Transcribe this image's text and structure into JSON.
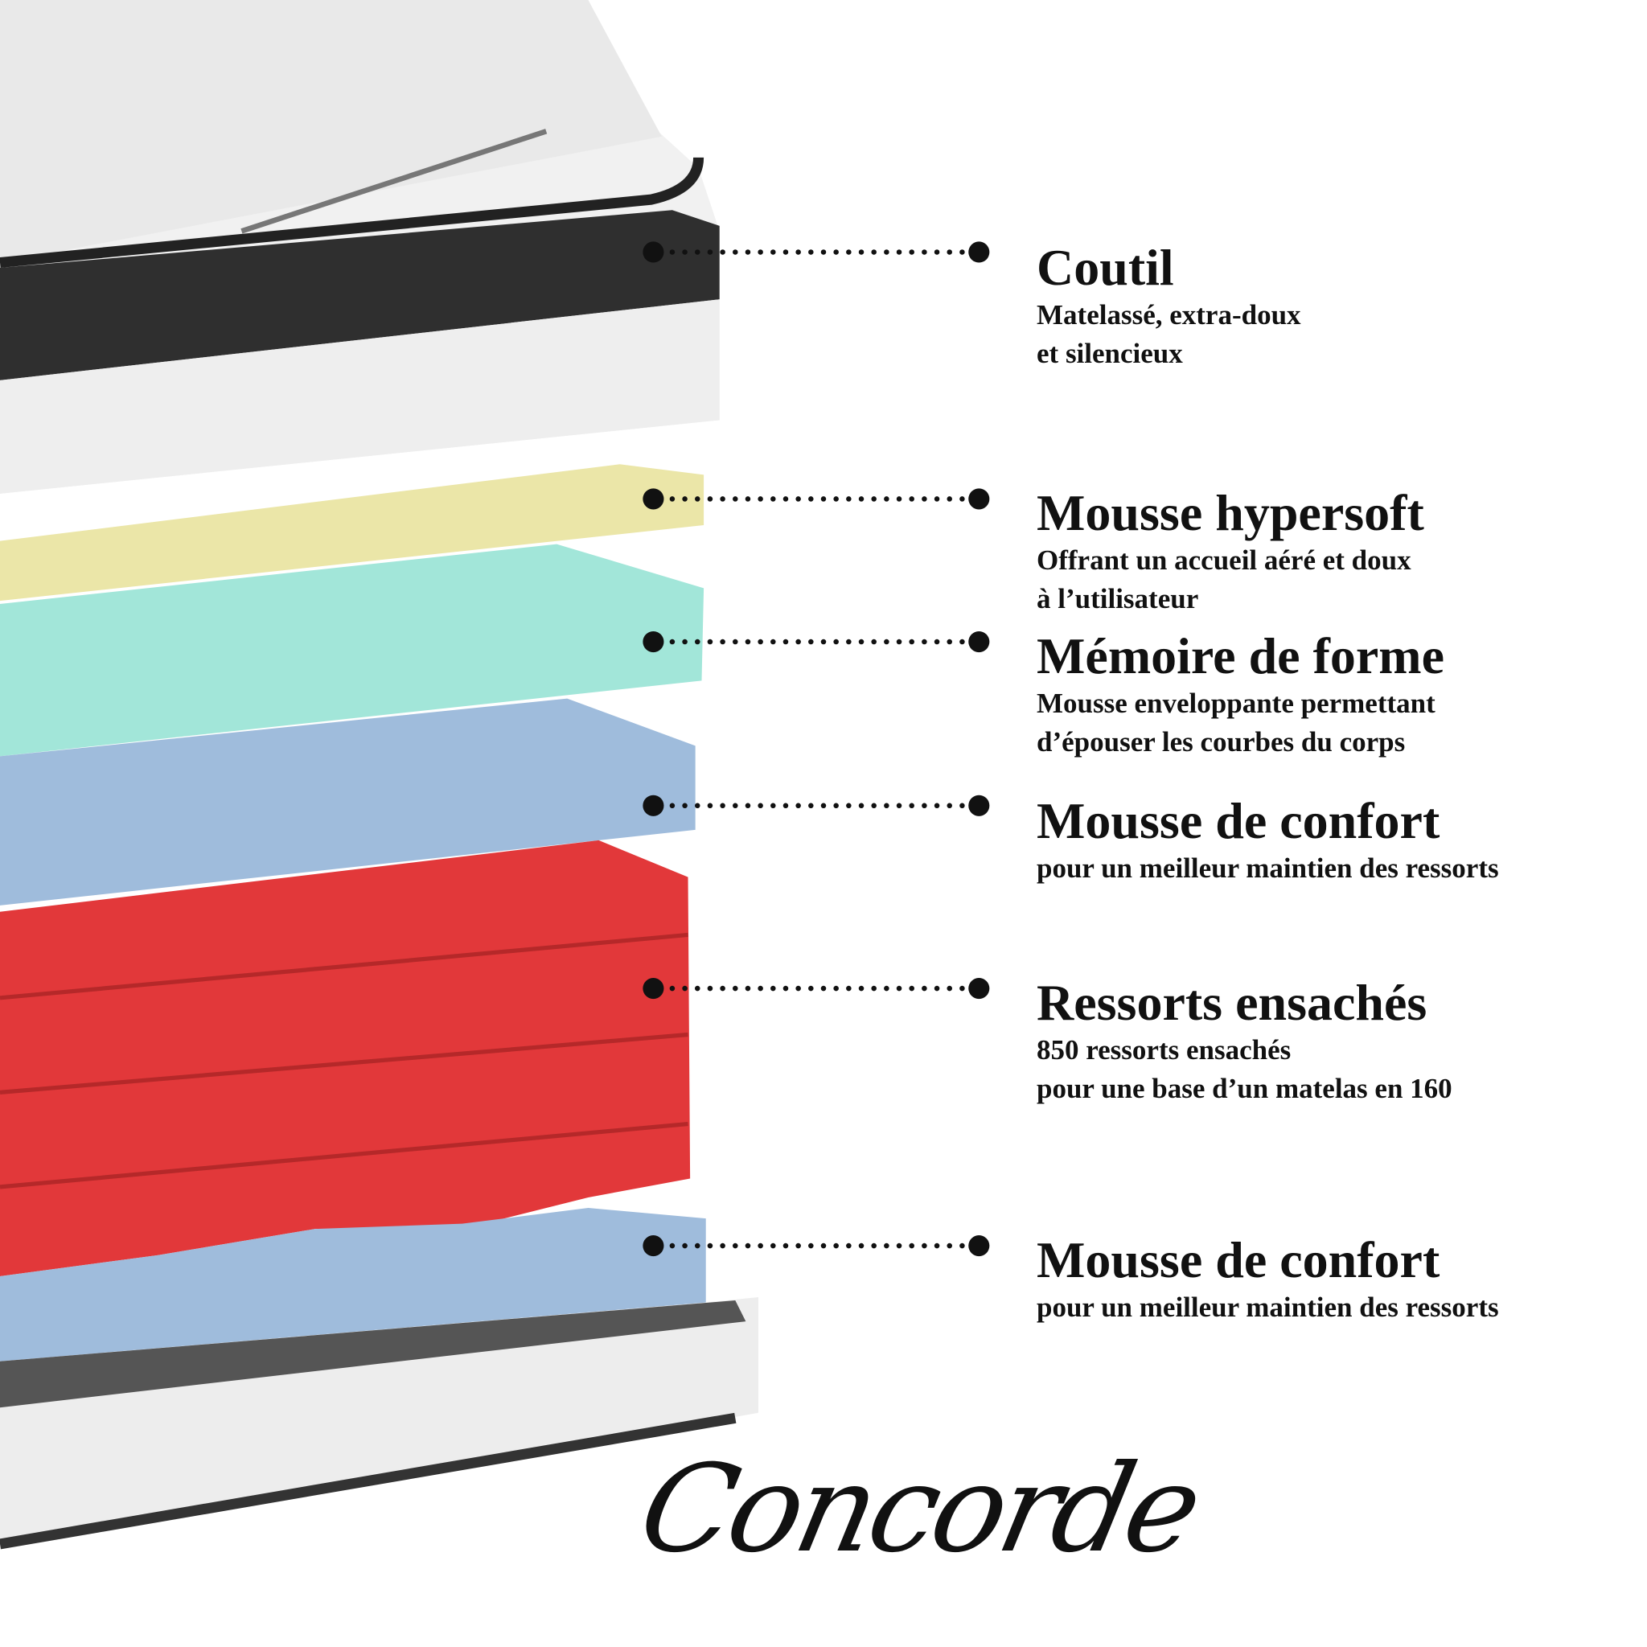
{
  "layers": [
    {
      "title": "Coutil",
      "lines": [
        "Matelassé, extra-doux",
        "et silencieux"
      ],
      "color": "#2e2e2e"
    },
    {
      "title": "Mousse hypersoft",
      "lines": [
        "Offrant un accueil aéré et doux",
        "à l’utilisateur"
      ],
      "color": "#ebe6a8"
    },
    {
      "title": "Mémoire de forme",
      "lines": [
        "Mousse enveloppante permettant",
        "d’épouser les courbes du corps"
      ],
      "color": "#9fe3d6"
    },
    {
      "title": "Mousse de confort",
      "lines": [
        "pour un meilleur maintien des ressorts"
      ],
      "color": "#9bb9d8"
    },
    {
      "title": "Ressorts ensachés",
      "lines": [
        "850 ressorts ensachés",
        "pour une base d’un matelas en 160"
      ],
      "color": "#e2383a"
    },
    {
      "title": "Mousse de confort",
      "lines": [
        "pour un meilleur maintien des ressorts"
      ],
      "color": "#9bb9d8"
    }
  ],
  "brand": {
    "logo_text": "Concorde"
  }
}
